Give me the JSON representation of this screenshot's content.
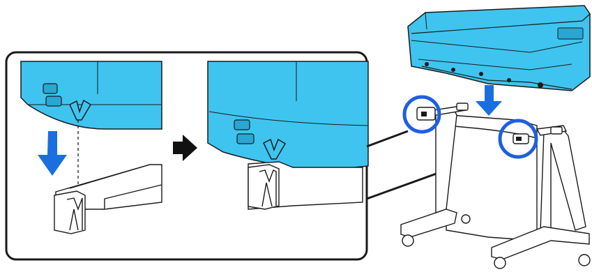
{
  "figure": {
    "kind": "assembly-illustration",
    "subject": "printer-mounting-onto-stand",
    "steps": [
      {
        "id": "before",
        "caption": ""
      },
      {
        "id": "after",
        "caption": ""
      }
    ],
    "colors": {
      "printer_blue": "#3fc4ef",
      "printer_blue_dark": "#2aa6d4",
      "arrow_blue": "#1a6fe0",
      "outline": "#1a1a1a",
      "callout_circle": "#1f5fe0",
      "stand_white": "#ffffff"
    },
    "icons": [
      "down-arrow-icon",
      "right-arrow-icon",
      "callout-circle-icon"
    ]
  }
}
